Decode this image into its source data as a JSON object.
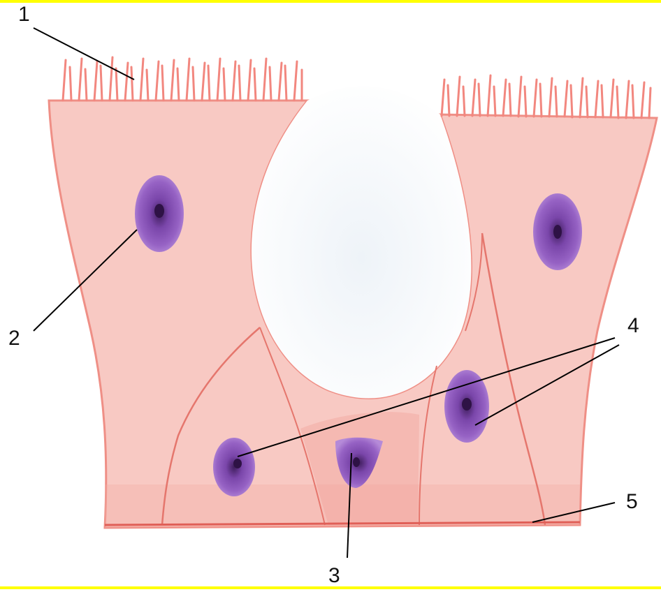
{
  "labels": {
    "l1": "1",
    "l2": "2",
    "l3": "3",
    "l4": "4",
    "l5": "5"
  },
  "colors": {
    "frame": "#ffff00",
    "cytoplasm": "#f8c9c3",
    "cell_outline": "#ef8f86",
    "microvilli": "#f2877f",
    "nucleus": "#8a55b8",
    "nucleus_core": "#4a2466",
    "leader_line": "#000000"
  }
}
